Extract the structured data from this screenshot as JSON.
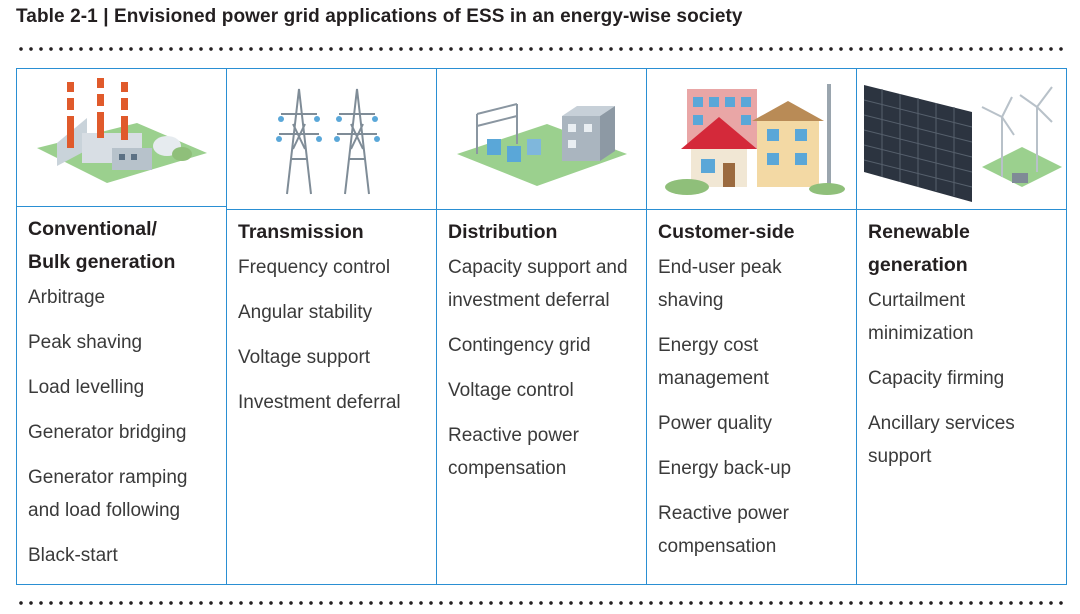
{
  "title": "Table 2-1 | Envisioned power grid applications of ESS in an energy-wise society",
  "columns": [
    {
      "icon": "power-plant-icon",
      "header": [
        "Conventional/",
        "Bulk generation"
      ],
      "items": [
        "Arbitrage",
        "Peak shaving",
        "Load levelling",
        "Generator bridging",
        "Generator ramping and load following",
        "Black-start"
      ]
    },
    {
      "icon": "transmission-tower-icon",
      "header": [
        "Transmission"
      ],
      "items": [
        "Frequency control",
        "Angular stability",
        "Voltage support",
        "Investment deferral"
      ]
    },
    {
      "icon": "substation-icon",
      "header": [
        "Distribution"
      ],
      "items": [
        "Capacity support and investment deferral",
        "Contingency grid",
        "Voltage control",
        "Reactive power compensation"
      ]
    },
    {
      "icon": "houses-icon",
      "header": [
        "Customer-side"
      ],
      "items": [
        "End-user peak shaving",
        "Energy cost management",
        "Power quality",
        "Energy back-up",
        "Reactive power compensation"
      ]
    },
    {
      "icon": "solar-wind-icon",
      "header": [
        "Renewable",
        "generation"
      ],
      "items": [
        "Curtailment minimization",
        "Capacity firming",
        "Ancillary services support"
      ]
    }
  ]
}
